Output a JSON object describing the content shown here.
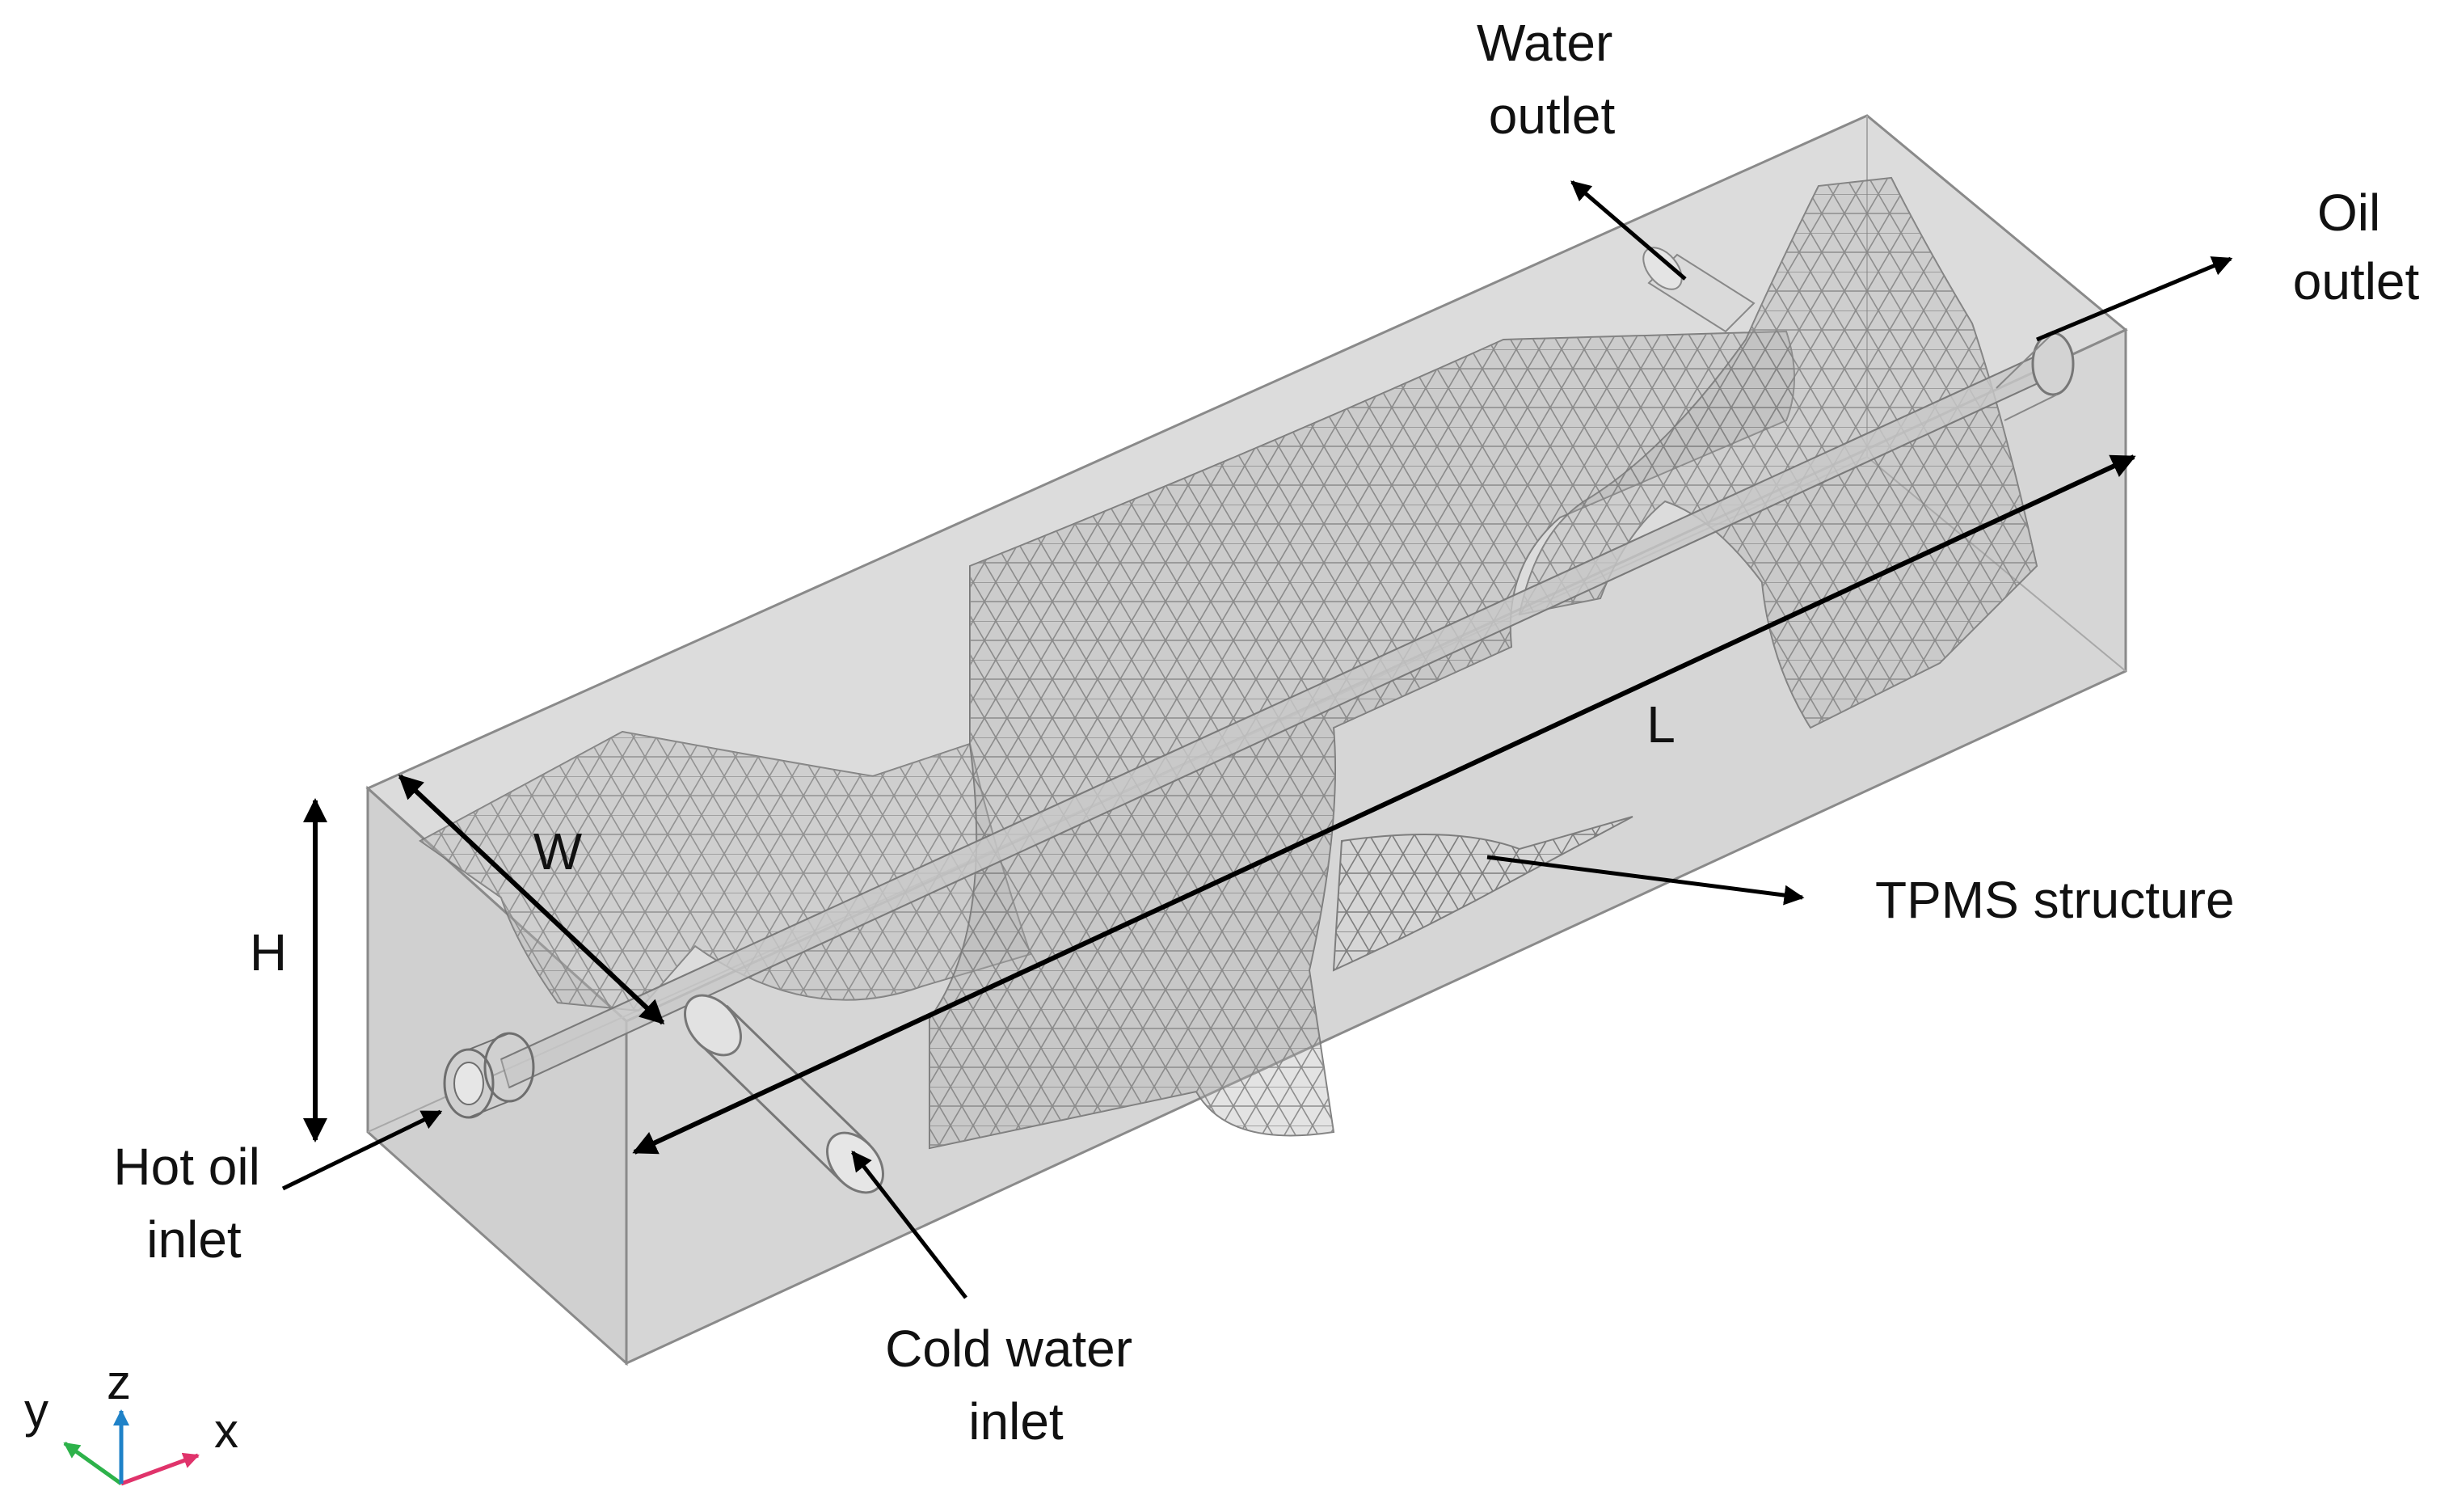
{
  "labels": {
    "water_outlet": [
      "Water",
      "outlet"
    ],
    "oil_outlet": [
      "Oil",
      "outlet"
    ],
    "length": "L",
    "width": "W",
    "height": "H",
    "tpms": "TPMS structure",
    "hot_oil_inlet": [
      "Hot oil",
      "inlet"
    ],
    "cold_water_inlet": [
      "Cold water",
      "inlet"
    ]
  },
  "axes": {
    "x": "x",
    "y": "y",
    "z": "z"
  },
  "colors": {
    "box_fill": "#d6d6d6",
    "box_edge": "#8a8a8a",
    "mesh": "#6e6e6e",
    "arrow": "#000000",
    "axis_x": "#e0336b",
    "axis_y": "#2db24a",
    "axis_z": "#1f82c8"
  }
}
